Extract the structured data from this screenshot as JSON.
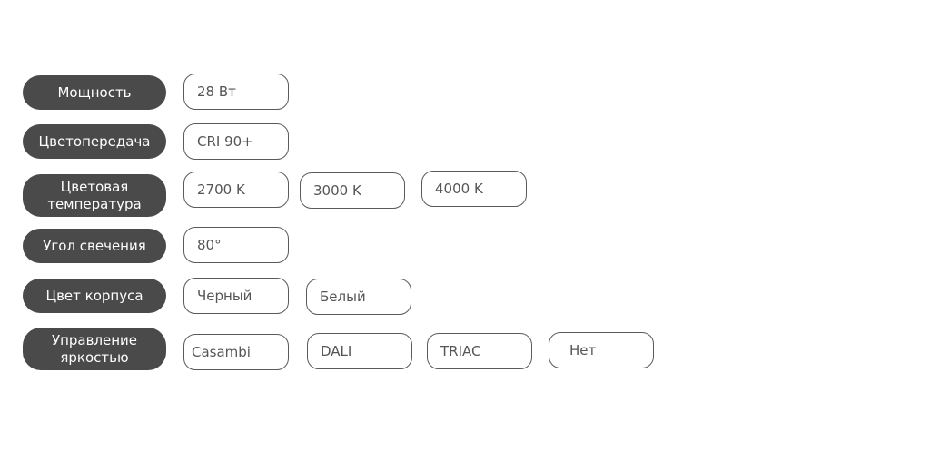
{
  "rows": [
    {
      "label": "Мощность",
      "values": [
        "28 Вт"
      ]
    },
    {
      "label": "Цветопередача",
      "values": [
        "CRI 90+"
      ]
    },
    {
      "label": "Цветовая\nтемпература",
      "values": [
        "2700 K",
        "3000 K",
        "4000 K"
      ]
    },
    {
      "label": "Угол свечения",
      "values": [
        "80°"
      ]
    },
    {
      "label": "Цвет корпуса",
      "values": [
        "Черный",
        "Белый"
      ]
    },
    {
      "label": "Управление\nяркостью",
      "values": [
        "Casambi",
        "DALI",
        "TRIAC",
        "Нет"
      ]
    }
  ]
}
